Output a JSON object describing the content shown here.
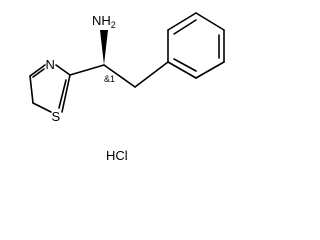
{
  "molecule": {
    "atoms": {
      "amine": "NH",
      "amine_h_count": "2",
      "thiazole_n": "N",
      "thiazole_s": "S"
    },
    "stereo_label": "&1",
    "salt": "HCl"
  },
  "colors": {
    "bond": "#000000",
    "text": "#000000",
    "background": "#ffffff"
  }
}
